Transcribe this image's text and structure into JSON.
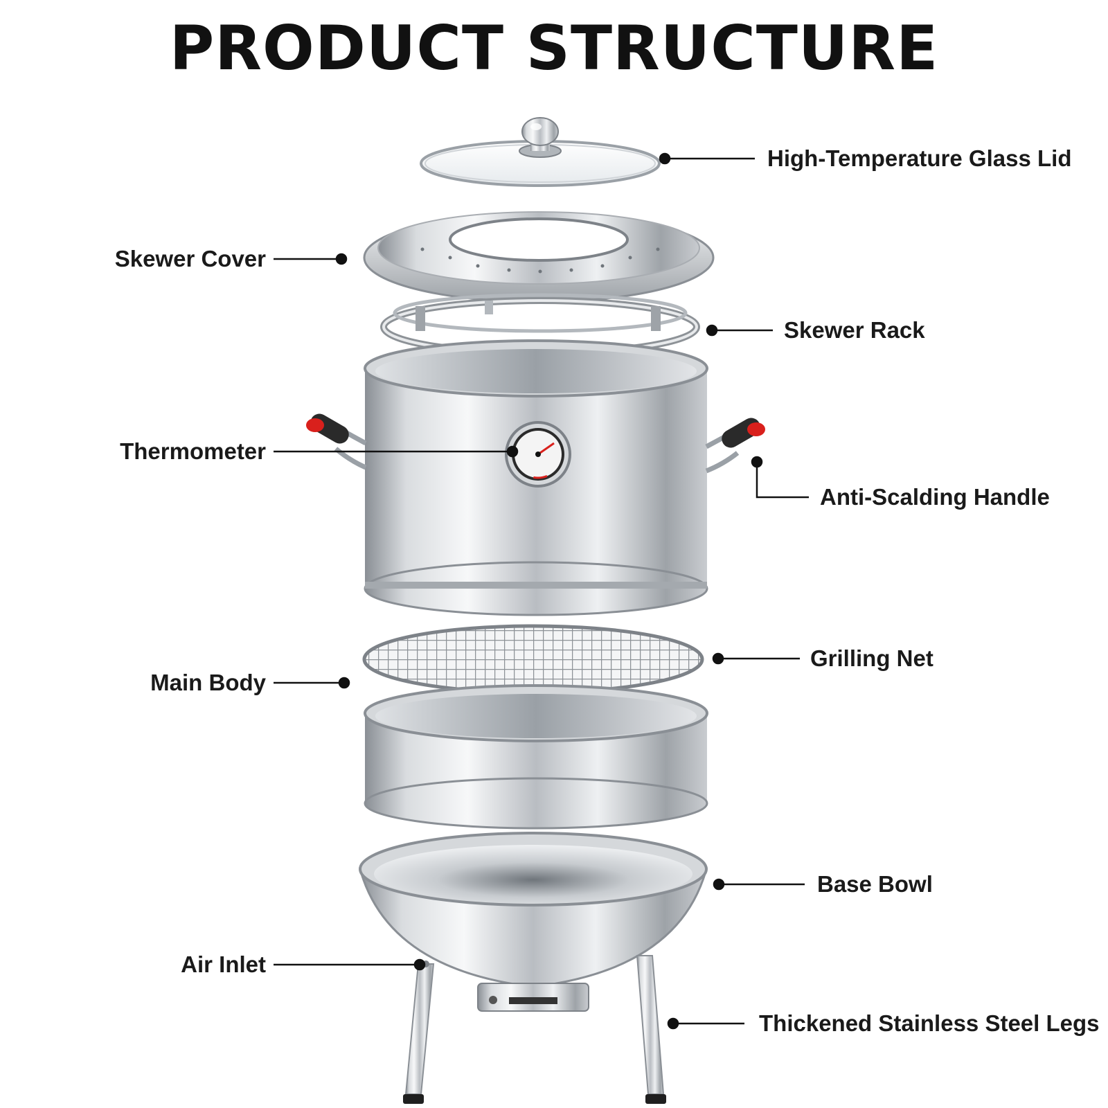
{
  "title": "PRODUCT STRUCTURE",
  "labels": {
    "glass_lid": "High-Temperature Glass Lid",
    "skewer_cover": "Skewer Cover",
    "skewer_rack": "Skewer Rack",
    "thermometer": "Thermometer",
    "handle": "Anti-Scalding Handle",
    "grilling_net": "Grilling Net",
    "main_body": "Main Body",
    "base_bowl": "Base Bowl",
    "air_inlet": "Air Inlet",
    "legs": "Thickened Stainless Steel Legs"
  },
  "colors": {
    "steel_light": "#f2f3f5",
    "steel_mid": "#c4c8cd",
    "steel_dark": "#7d8288",
    "handle_grip": "#2a2a2a",
    "handle_accent": "#d9201c",
    "leader": "#111111"
  }
}
